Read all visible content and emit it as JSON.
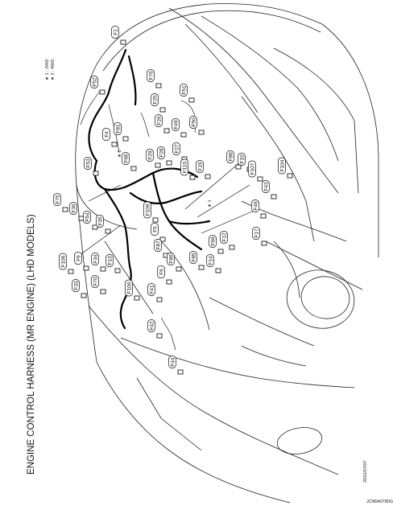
{
  "title": "ENGINE CONTROL HARNESS (MR ENGINE) (LHD MODELS)",
  "notes": [
    "★ 1 : 2WD",
    "★ 2 : 4WD"
  ],
  "date": "2010/07/07",
  "figure_id": "JCMIA0780GB",
  "star_marks": [
    "★ 2",
    "★ 1"
  ],
  "connectors": [
    "F1",
    "F52",
    "F76",
    "F25",
    "F51",
    "F4",
    "F81",
    "F26",
    "F50",
    "F53",
    "F68",
    "F29",
    "F28",
    "F27",
    "F49",
    "F75",
    "F36",
    "F110",
    "F19",
    "F88",
    "F10",
    "F107",
    "F104",
    "F54",
    "F109",
    "F35",
    "F43",
    "F46",
    "F5",
    "F106",
    "F9",
    "F34",
    "F13",
    "F87",
    "F86",
    "F85",
    "F69",
    "F12",
    "F17",
    "F14",
    "F33",
    "F70",
    "F6",
    "F100",
    "F41",
    "F42",
    "F44"
  ]
}
